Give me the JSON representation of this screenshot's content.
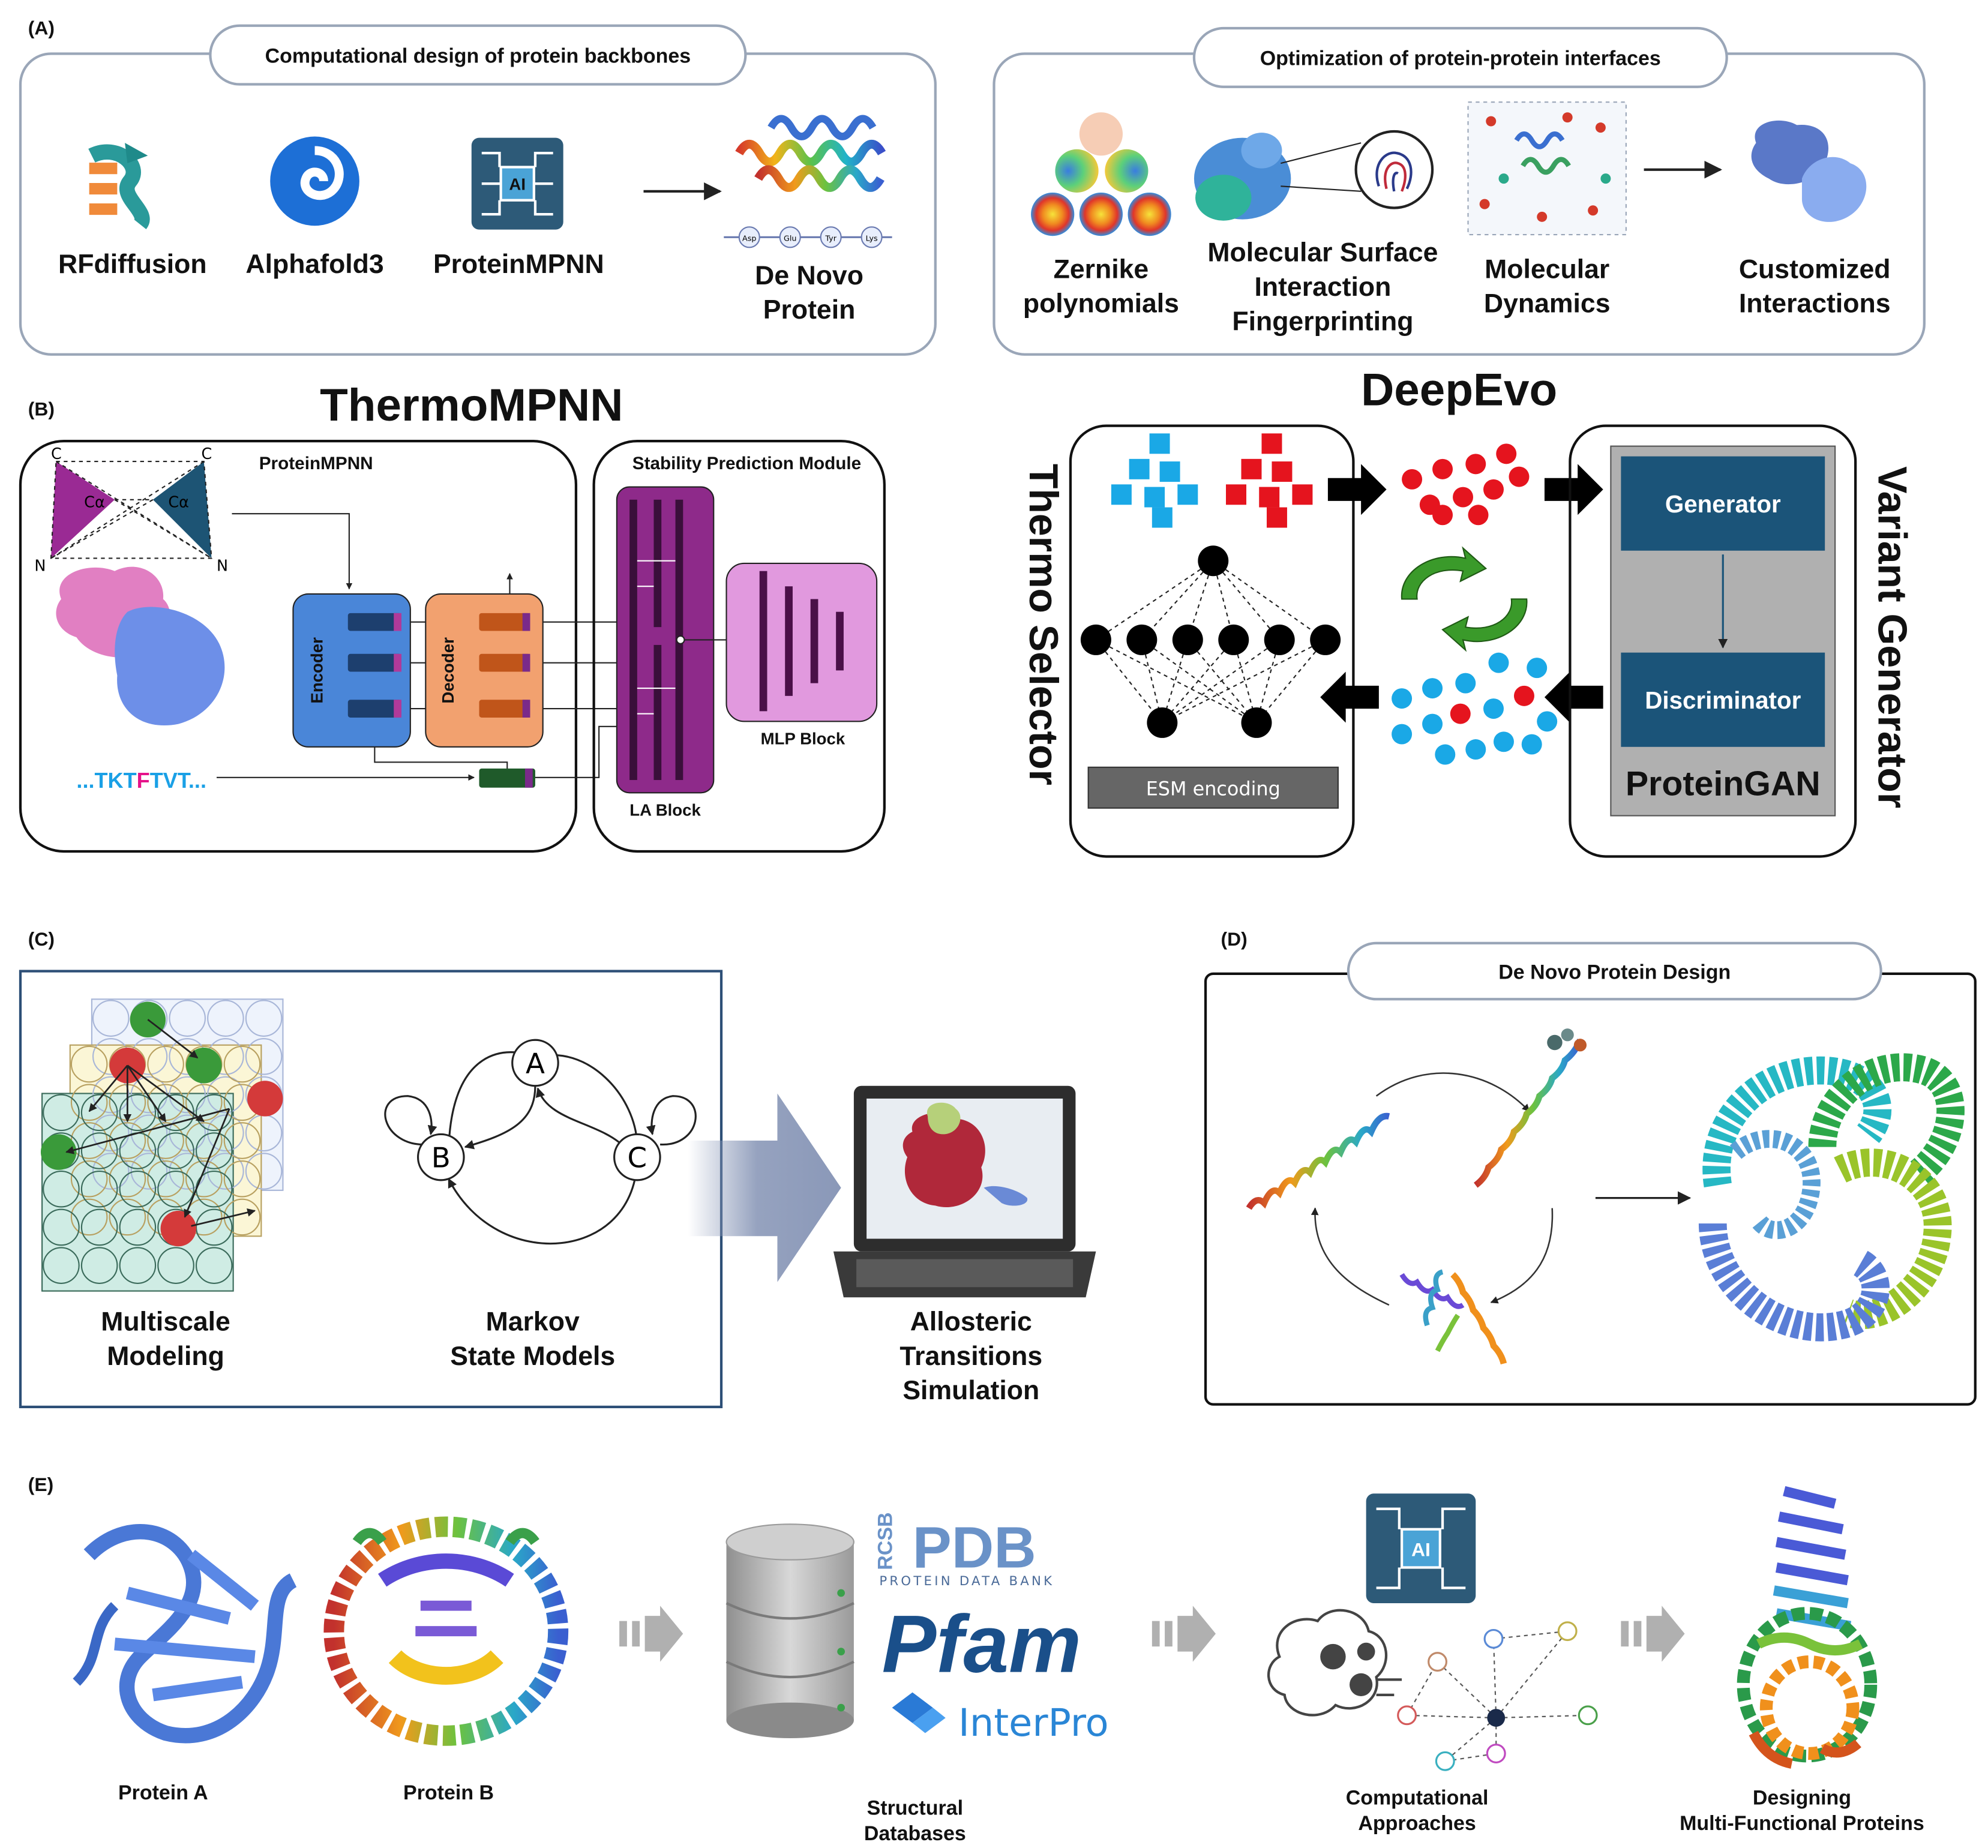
{
  "panelA": {
    "letter": "(A)",
    "left_title": "Computational design of protein backbones",
    "right_title": "Optimization of protein-protein interfaces",
    "rfdiffusion": "RFdiffusion",
    "alphafold": "Alphafold3",
    "proteinmpnn": "ProteinMPNN",
    "ai_chip": "AI",
    "denovo_1": "De Novo",
    "denovo_2": "Protein",
    "residues": [
      "Asp",
      "Glu",
      "Tyr",
      "Lys"
    ],
    "zernike_1": "Zernike",
    "zernike_2": "polynomials",
    "masif_1": "Molecular Surface",
    "masif_2": "Interaction",
    "masif_3": "Fingerprinting",
    "md_1": "Molecular",
    "md_2": "Dynamics",
    "custom_1": "Customized",
    "custom_2": "Interactions"
  },
  "panelB": {
    "letter": "(B)",
    "thermo_title": "ThermoMPNN",
    "proteinmpnn_label": "ProteinMPNN",
    "stability_title": "Stability Prediction Module",
    "encoder": "Encoder",
    "decoder": "Decoder",
    "la_block": "LA Block",
    "mlp_block": "MLP Block",
    "ca": "Cα",
    "c": "C",
    "n": "N",
    "seq_prefix": "...TKT",
    "seq_mut": "F",
    "seq_suffix": "TVT...",
    "deepevo_title": "DeepEvo",
    "thermo_selector": "Thermo Selector",
    "variant_generator": "Variant Generator",
    "generator": "Generator",
    "discriminator": "Discriminator",
    "proteingan": "ProteinGAN",
    "esm": "ESM encoding"
  },
  "panelC": {
    "letter": "(C)",
    "multiscale_1": "Multiscale",
    "multiscale_2": "Modeling",
    "markov_1": "Markov",
    "markov_2": "State Models",
    "state_a": "A",
    "state_b": "B",
    "state_c": "C",
    "allosteric_1": "Allosteric",
    "allosteric_2": "Transitions",
    "allosteric_3": "Simulation"
  },
  "panelD": {
    "letter": "(D)",
    "title": "De Novo Protein Design"
  },
  "panelE": {
    "letter": "(E)",
    "protein_a": "Protein A",
    "protein_b": "Protein B",
    "rcsb": "RCSB",
    "pdb": "PDB",
    "pdb_sub": "PROTEIN DATA BANK",
    "pfam": "Pfam",
    "interpro": "InterPro",
    "structural_1": "Structural",
    "structural_2": "Databases",
    "ai_chip": "AI",
    "comp_1": "Computational",
    "comp_2": "Approaches",
    "design_1": "Designing",
    "design_2": "Multi-Functional Proteins"
  },
  "colors": {
    "navy": "#1b5479",
    "encoder": "#4a86d8",
    "decoder": "#f2a16f",
    "la_block": "#8e2a8a",
    "mlp_block": "#e199de",
    "seq_blue": "#1aa0e6",
    "seq_pink": "#e6128a",
    "alphafold": "#1d6fd6",
    "panel_c_border": "#2d4f77",
    "arrow_c": "#8a98b8"
  }
}
